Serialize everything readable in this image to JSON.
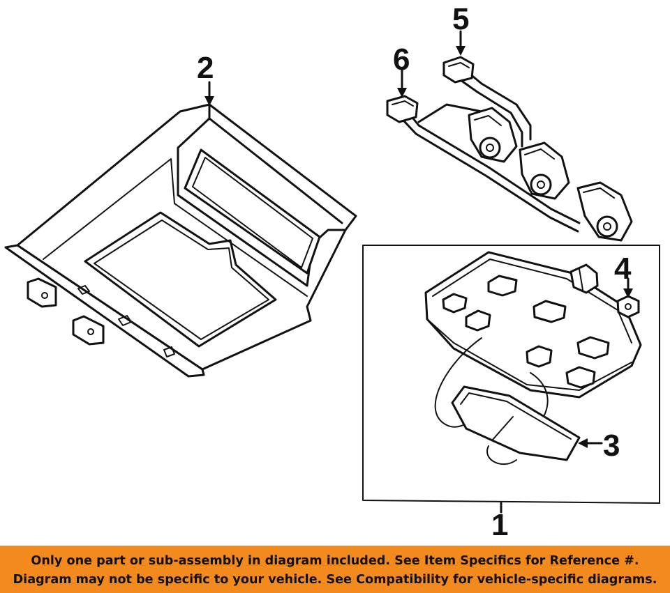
{
  "banner": {
    "color": "#f28a1e",
    "line1": "Only one part or sub-assembly in diagram included. See Item Specifics for Reference #.",
    "line2": "Diagram may not be specific to your vehicle. See Compatibility for vehicle-specific diagrams."
  },
  "callouts": {
    "c1": "1",
    "c2": "2",
    "c3": "3",
    "c4": "4",
    "c5": "5",
    "c6": "6"
  }
}
